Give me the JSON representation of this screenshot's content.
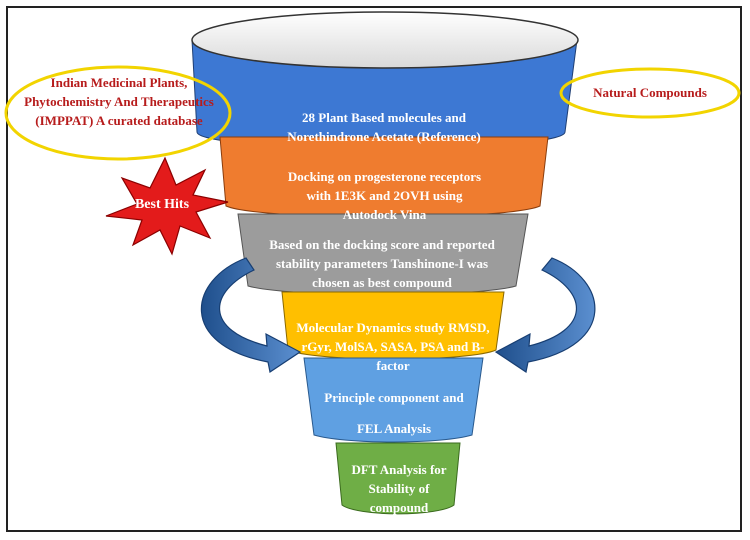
{
  "funnel": {
    "stages": [
      {
        "label": "28 Plant Based molecules and Norethindrone Acetate (Reference)",
        "color": "#3d78d3"
      },
      {
        "label": "Docking on progesterone receptors with 1E3K and 2OVH using Autodock Vina",
        "color": "#ef7c2f"
      },
      {
        "label": "Based on the docking score and reported stability parameters Tanshinone-I was chosen as best compound",
        "color": "#9c9c9c"
      },
      {
        "label": "Molecular Dynamics study RMSD, rGyr, MolSA, SASA, PSA and B-factor",
        "color": "#ffbf00"
      },
      {
        "label_line1": "Principle component  and",
        "label_line2": "FEL Analysis",
        "color": "#5fa0e2"
      },
      {
        "label": "DFT Analysis for Stability of compound",
        "color": "#6fae46"
      }
    ]
  },
  "callouts": {
    "left_source": "Indian Medicinal Plants, Phytochemistry And Therapeutics (IMPPAT) A curated database",
    "right_source": "Natural Compounds",
    "burst": "Best Hits"
  },
  "colors": {
    "ellipse_outline": "#f2d400",
    "burst_fill": "#e31b1b",
    "arrow_fill": "#2e5f9e",
    "text_red": "#b71c1c"
  }
}
